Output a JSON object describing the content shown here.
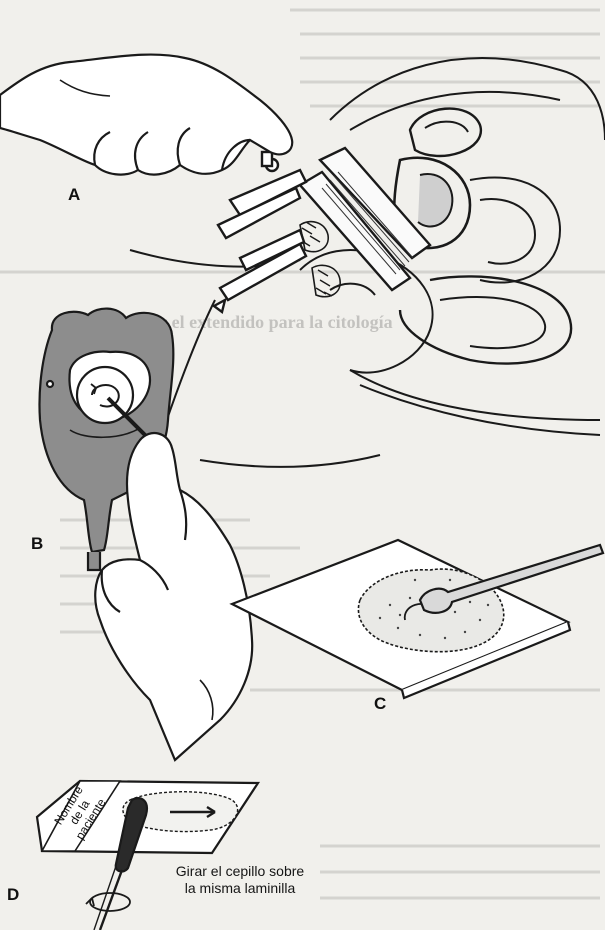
{
  "labels": {
    "a": "A",
    "b": "B",
    "c": "C",
    "d": "D"
  },
  "slide_label": {
    "line1": "Nombre",
    "line2": "de la",
    "line3": "paciente"
  },
  "caption": {
    "line1": "Girar el cepillo sobre",
    "line2": "la misma laminilla"
  },
  "bleed_through": {
    "heading": "Cómo tomar el extendido para la citología"
  },
  "colors": {
    "paper": "#f1f0ec",
    "ink": "#1a1a1a",
    "shade": "#8d8d8d",
    "bleed": "#9a9a98"
  }
}
